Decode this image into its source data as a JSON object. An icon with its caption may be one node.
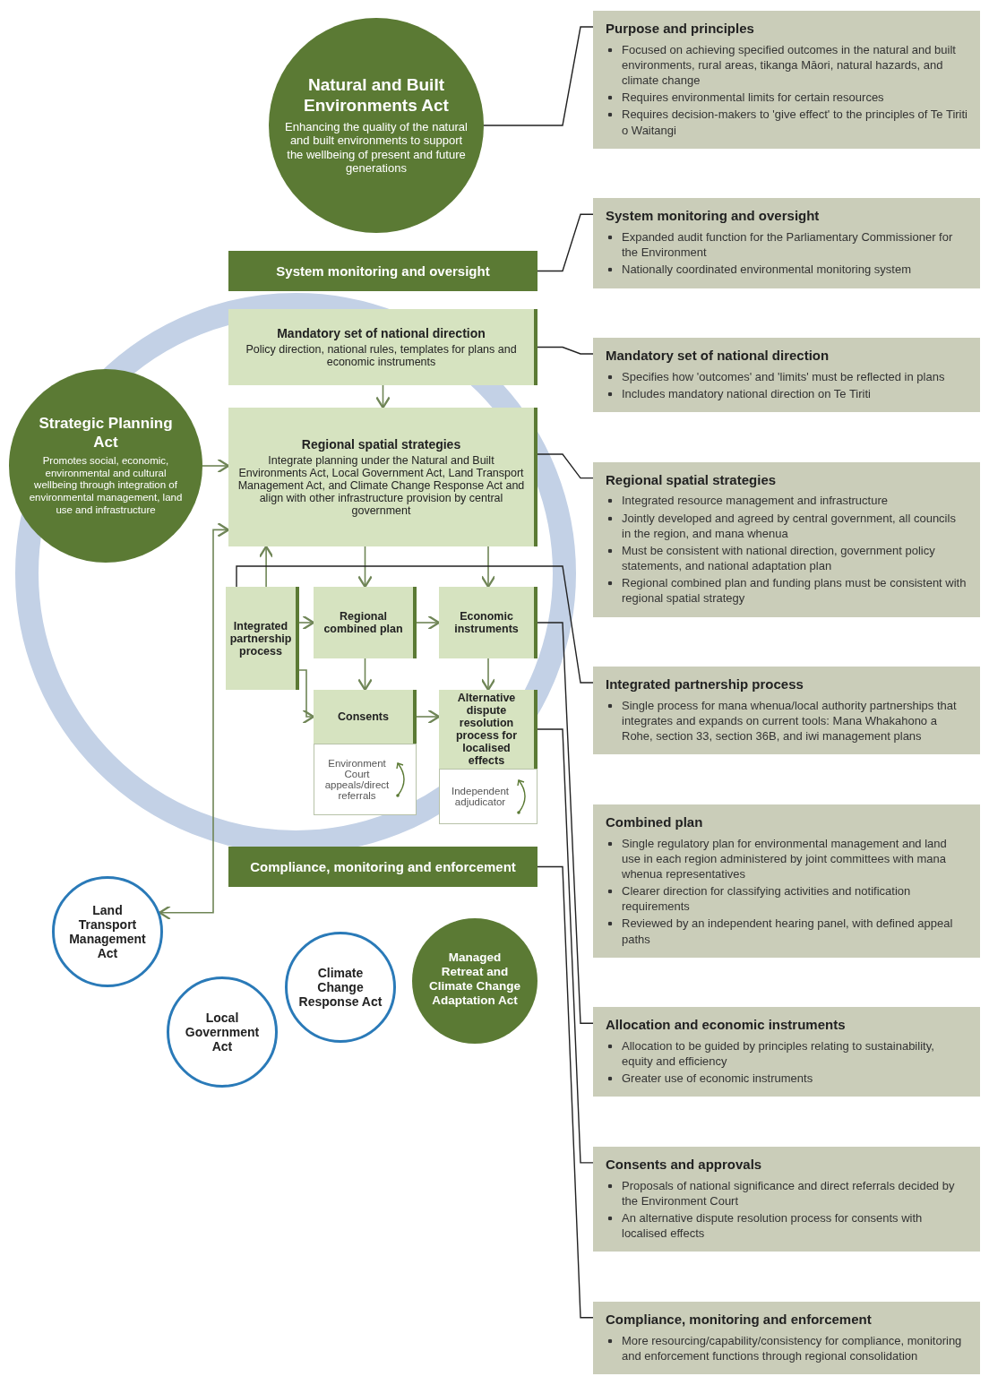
{
  "diagram": {
    "nodes": [
      {
        "text": [
          "Natural and Built Environments Act",
          "Enhancing the quality of the natural and built environments to support the wellbeing of present and future generations"
        ]
      },
      {
        "text": [
          "Strategic Planning Act",
          "Promotes social, economic, environmental and cultural wellbeing through integration of environmental management, land use and infrastructure"
        ]
      },
      {
        "text": [
          "Managed Retreat and Climate Change Adaptation Act"
        ]
      },
      {
        "text": [
          "System monitoring and oversight"
        ]
      },
      {
        "text": [
          "Mandatory set of national direction",
          "Policy direction, national rules, templates for plans and economic instruments"
        ]
      },
      {
        "text": [
          "Regional spatial strategies",
          "Integrate planning under the Natural and Built Environments Act, Local Government Act, Land Transport Management Act, and Climate Change Response Act and align with other infrastructure provision by central government"
        ]
      },
      {
        "text": [
          "Integrated partnership process"
        ]
      },
      {
        "text": [
          "Regional combined plan"
        ]
      },
      {
        "text": [
          "Economic instruments"
        ]
      },
      {
        "text": [
          "Consents"
        ]
      },
      {
        "text": [
          "Environment Court appeals/direct referrals"
        ]
      },
      {
        "text": [
          "Alternative dispute resolution process for localised effects"
        ]
      },
      {
        "text": [
          "Independent adjudicator"
        ]
      },
      {
        "text": [
          "Compliance, monitoring and enforcement"
        ]
      },
      {
        "text": [
          "Land Transport Management Act"
        ]
      },
      {
        "text": [
          "Local Government Act"
        ]
      },
      {
        "text": [
          "Climate Change Response Act"
        ]
      },
      {
        "text": [
          "Purpose and principles",
          "Focused on achieving specified outcomes in the natural and built environments, rural areas, tikanga Māori, natural hazards, and climate change",
          "Requires environmental limits for certain resources",
          "Requires decision-makers to 'give effect' to the principles of Te Tiriti o Waitangi"
        ]
      },
      {
        "text": [
          "System monitoring and oversight",
          "Expanded audit function for the Parliamentary Commissioner for the Environment",
          "Nationally coordinated environmental monitoring system"
        ]
      },
      {
        "text": [
          "Mandatory set of national direction",
          "Specifies how 'outcomes' and 'limits' must be reflected in plans",
          "Includes mandatory national direction on Te Tiriti"
        ]
      },
      {
        "text": [
          "Regional spatial strategies",
          "Integrated resource management and infrastructure",
          "Jointly developed and agreed by central government, all councils in the region, and mana whenua",
          "Must be consistent with national direction, government policy statements, and national adaptation plan",
          "Regional combined plan and funding plans must be consistent with regional spatial strategy"
        ]
      },
      {
        "text": [
          "Integrated partnership process",
          "Single process for mana whenua/local authority partnerships that integrates and expands on current tools: Mana Whakahono a Rohe, section 33, section 36B, and iwi management plans"
        ]
      },
      {
        "text": [
          "Combined plan",
          "Single regulatory plan for environmental management and land use in each region administered by joint committees with mana whenua representatives",
          "Clearer direction for classifying activities and notification requirements",
          "Reviewed by an independent hearing panel, with defined appeal paths"
        ]
      },
      {
        "text": [
          "Allocation and economic instruments",
          "Allocation to be guided by principles relating to sustainability, equity and efficiency",
          "Greater use of economic instruments"
        ]
      },
      {
        "text": [
          "Consents and approvals",
          "Proposals of national significance and direct referrals decided by the Environment Court",
          "An alternative dispute resolution process for consents with localised effects"
        ]
      },
      {
        "text": [
          "Compliance, monitoring and enforcement",
          "More resourcing/capability/consistency for compliance, monitoring and enforcement functions through regional consolidation"
        ]
      }
    ],
    "edges": [
      {
        "from": 1,
        "to": 5,
        "arrow": "to"
      },
      {
        "from": 5,
        "to": 14,
        "arrow": "both"
      },
      {
        "from": 4,
        "to": 5,
        "arrow": "to"
      },
      {
        "from": 6,
        "to": 5,
        "arrow": "to"
      },
      {
        "from": 6,
        "to": 7,
        "arrow": "to"
      },
      {
        "from": 6,
        "to": 9,
        "arrow": "to"
      },
      {
        "from": 5,
        "to": 7,
        "arrow": "to"
      },
      {
        "from": 5,
        "to": 8,
        "arrow": "to"
      },
      {
        "from": 7,
        "to": 8,
        "arrow": "to"
      },
      {
        "from": 7,
        "to": 9,
        "arrow": "to"
      },
      {
        "from": 8,
        "to": 11,
        "arrow": "to"
      },
      {
        "from": 9,
        "to": 11,
        "arrow": "to"
      },
      {
        "from": 17,
        "to": 0,
        "arrow": "none",
        "color": "#222222"
      },
      {
        "from": 18,
        "to": 3,
        "arrow": "none",
        "color": "#222222"
      },
      {
        "from": 19,
        "to": 4,
        "arrow": "none",
        "color": "#222222"
      },
      {
        "from": 20,
        "to": 5,
        "arrow": "none",
        "color": "#222222"
      },
      {
        "from": 21,
        "to": 6,
        "arrow": "none",
        "color": "#222222"
      },
      {
        "from": 23,
        "to": 8,
        "arrow": "none",
        "color": "#222222"
      },
      {
        "from": 24,
        "to": 11,
        "arrow": "none",
        "color": "#222222"
      },
      {
        "from": 25,
        "to": 13,
        "arrow": "none",
        "color": "#222222"
      }
    ]
  }
}
